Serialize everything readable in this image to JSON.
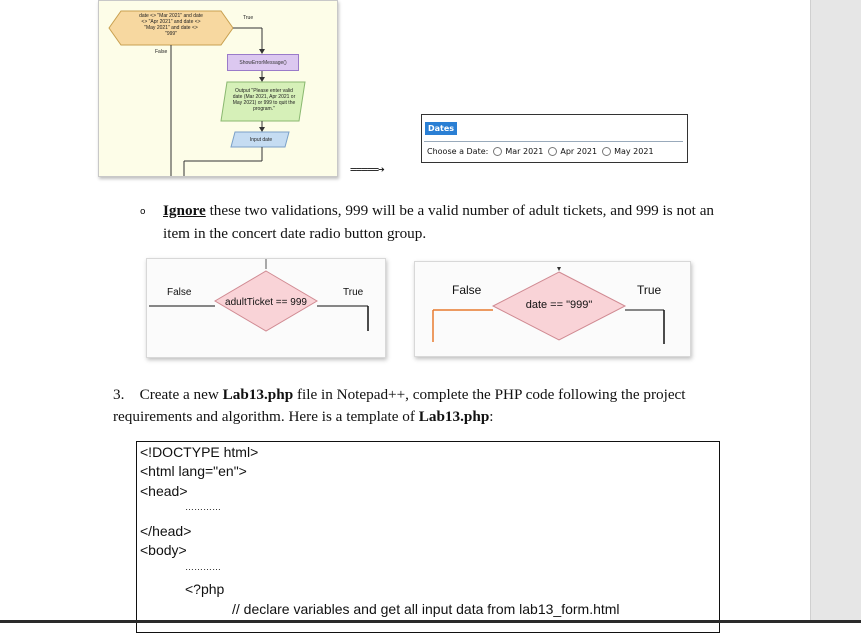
{
  "flowchart": {
    "decision_text": [
      "date <> \"Mar 2021\" and date",
      "<> \"Apr 2021\" and date <>",
      "\"May 2021\" and date <>",
      "\"999\""
    ],
    "true_label": "True",
    "false_label": "False",
    "call_text": "ShowErrorMessage()",
    "output_text": [
      "Output \"Please enter valid",
      "date (Mar 2021, Apr 2021 or",
      "May 2021) or 999 to quit the",
      "program.\""
    ],
    "input_text": "Input date"
  },
  "dates_widget": {
    "legend": "Dates",
    "prompt": "Choose a Date:",
    "options": [
      "Mar 2021",
      "Apr 2021",
      "May 2021"
    ]
  },
  "arrow_text": "=====➔",
  "bullet": {
    "symbol": "o",
    "emphasis": "Ignore",
    "text": " these two validations, 999 will be a valid number of adult tickets, and 999 is not an item in the concert date radio button group."
  },
  "diamond_left": {
    "false_label": "False",
    "true_label": "True",
    "condition": "adultTicket == 999"
  },
  "diamond_right": {
    "false_label": "False",
    "true_label": "True",
    "condition": "date == \"999\""
  },
  "step3": {
    "number": "3.",
    "part1": "Create a new ",
    "file": "Lab13.php",
    "part2": " file in Notepad++, complete the PHP code following the project requirements and algorithm.  Here is a template of ",
    "file2": "Lab13.php",
    "part3": ":"
  },
  "code_lines": [
    "<!DOCTYPE html>",
    "<html lang=\"en\">",
    "<head>",
    "…………",
    "</head>",
    "<body>",
    "…………",
    "<?php",
    "// declare variables and get all input data from lab13_form.html"
  ],
  "colors": {
    "decision_fill": "#f7d8a0",
    "process_fill": "#d6f0b8",
    "call_fill": "#dcc8f0",
    "input_fill": "#c5dcf2",
    "diamond_fill": "#f9d3d7",
    "legend": "#2a7fd4",
    "false_path": "#e87b2e"
  }
}
